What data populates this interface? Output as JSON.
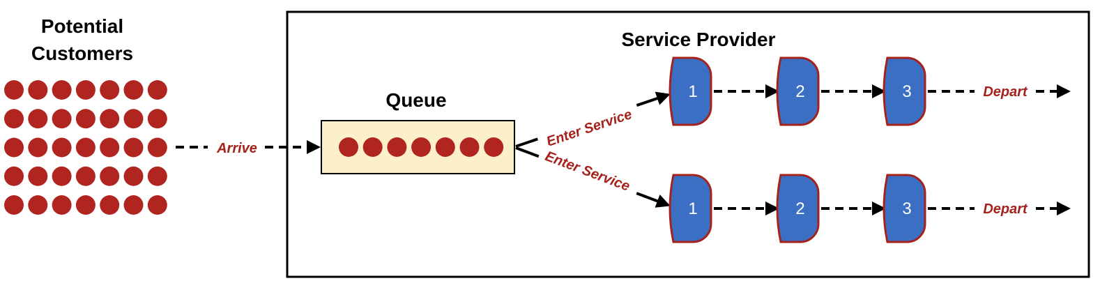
{
  "customers": {
    "title_line1": "Potential",
    "title_line2": "Customers",
    "rows": 5,
    "cols": 7
  },
  "arrive_label": "Arrive",
  "queue": {
    "label": "Queue",
    "count": 7
  },
  "provider": {
    "title": "Service Provider",
    "enter_label_top": "Enter Service",
    "enter_label_bottom": "Enter Service",
    "lanes": [
      {
        "stages": [
          "1",
          "2",
          "3"
        ],
        "depart_label": "Depart"
      },
      {
        "stages": [
          "1",
          "2",
          "3"
        ],
        "depart_label": "Depart"
      }
    ]
  },
  "colors": {
    "dot": "#b02520",
    "stage_fill": "#3a6fc4",
    "stage_stroke": "#a5221c",
    "queue_fill": "#fbf0c9",
    "label_red": "#a5221c"
  }
}
